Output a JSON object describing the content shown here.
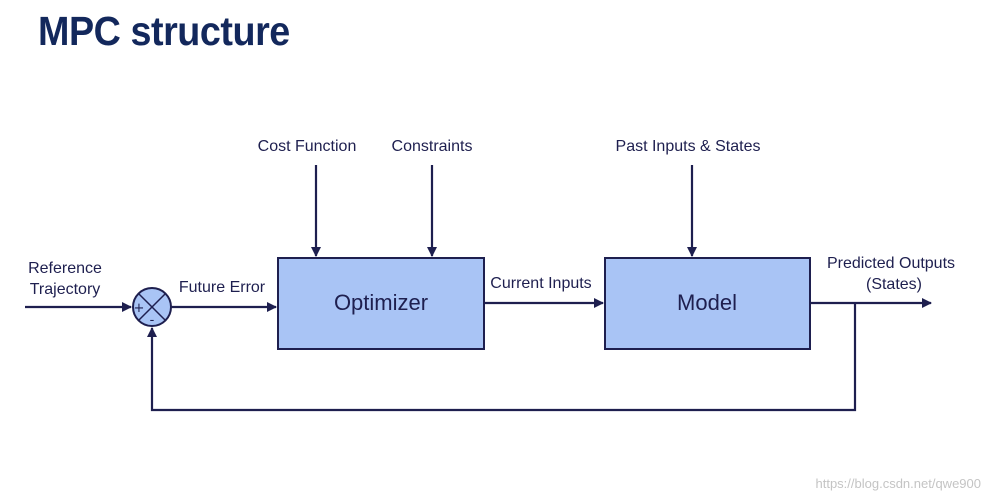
{
  "title": "MPC structure",
  "colors": {
    "title": "#13285c",
    "block_fill": "#a9c4f5",
    "stroke": "#1e1f4f",
    "watermark": "#c4c4c4"
  },
  "blocks": {
    "optimizer": "Optimizer",
    "model": "Model"
  },
  "inputs": {
    "reference_line1": "Reference",
    "reference_line2": "Trajectory",
    "cost_function": "Cost Function",
    "constraints": "Constraints",
    "past_inputs_states": "Past Inputs & States"
  },
  "signals": {
    "future_error": "Future Error",
    "current_inputs": "Current Inputs",
    "predicted_outputs_line1": "Predicted Outputs",
    "predicted_outputs_line2": "(States)"
  },
  "summing_junction": {
    "plus": "+",
    "minus": "-"
  },
  "watermark": "https://blog.csdn.net/qwe900"
}
